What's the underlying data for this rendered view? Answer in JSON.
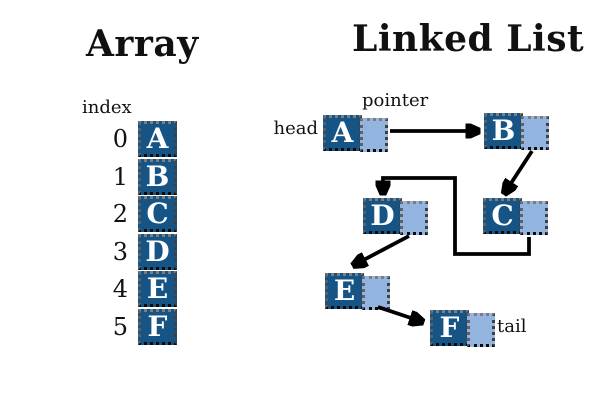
{
  "array_section": {
    "title": "Array",
    "index_label": "index",
    "rows": [
      {
        "index": "0",
        "value": "A"
      },
      {
        "index": "1",
        "value": "B"
      },
      {
        "index": "2",
        "value": "C"
      },
      {
        "index": "3",
        "value": "D"
      },
      {
        "index": "4",
        "value": "E"
      },
      {
        "index": "5",
        "value": "F"
      }
    ]
  },
  "linked_list_section": {
    "title": "Linked List",
    "head_label": "head",
    "pointer_label": "pointer",
    "tail_label": "tail",
    "nodes": [
      {
        "value": "A"
      },
      {
        "value": "B"
      },
      {
        "value": "C"
      },
      {
        "value": "D"
      },
      {
        "value": "E"
      },
      {
        "value": "F"
      }
    ]
  },
  "colors": {
    "node_fill": "#165485",
    "pointer_fill": "#92b4de",
    "line": "#000000"
  }
}
